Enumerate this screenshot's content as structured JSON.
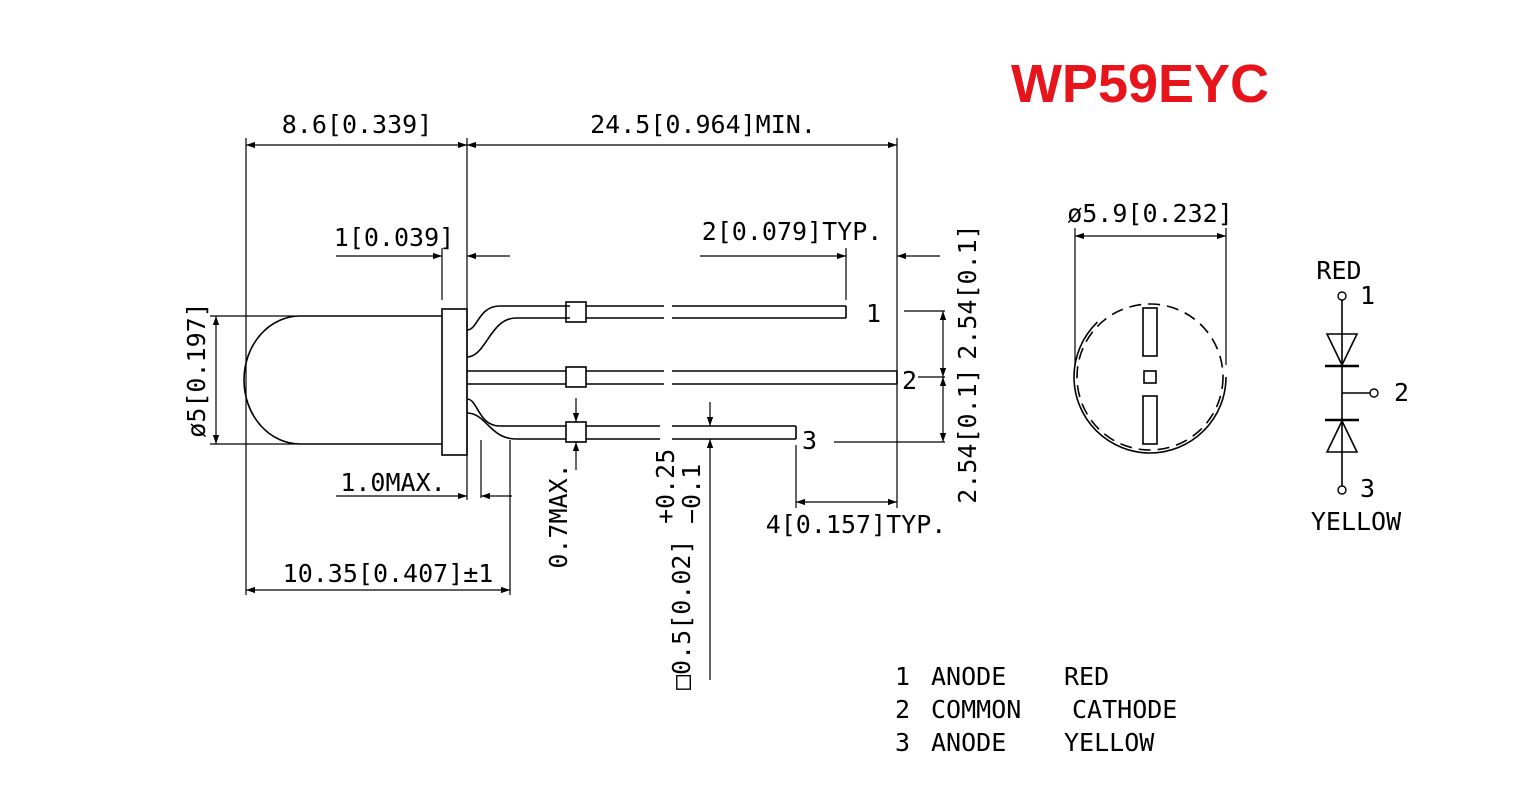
{
  "title": "WP59EYC",
  "title_color": "#e8141c",
  "dimensions": {
    "body_length": "8.6[0.339]",
    "lead_length": "24.5[0.964]MIN.",
    "flange_thickness": "1[0.039]",
    "lead_bend": "2[0.079]TYP.",
    "body_diameter": "ø5[0.197]",
    "flange_max": "1.0MAX.",
    "overall_length": "10.35[0.407]±1",
    "lead_spacing_upper": "2.54[0.1]",
    "lead_spacing_lower": "2.54[0.1]",
    "lead_offset": "4[0.157]TYP.",
    "lead_max": "0.7MAX.",
    "lead_square": "□0.5[0.02]",
    "lead_tol_plus": "+0.25",
    "lead_tol_minus": "−0.1",
    "flange_diameter": "ø5.9[0.232]"
  },
  "pins": {
    "p1": "1",
    "p2": "2",
    "p3": "3"
  },
  "schematic": {
    "top_label": "RED",
    "bottom_label": "YELLOW",
    "pin1": "1",
    "pin2": "2",
    "pin3": "3"
  },
  "legend": [
    {
      "num": "1",
      "name": "ANODE",
      "color": "RED"
    },
    {
      "num": "2",
      "name": "COMMON",
      "color": "CATHODE"
    },
    {
      "num": "3",
      "name": "ANODE",
      "color": "YELLOW"
    }
  ]
}
